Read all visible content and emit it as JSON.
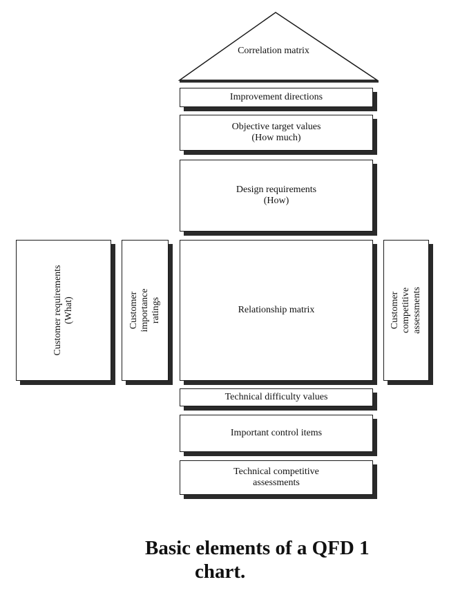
{
  "diagram": {
    "roof_label": "Correlation matrix",
    "improvement": "Improvement  directions",
    "objective": "Objective target values\n(How much)",
    "design": "Design requirements\n(How)",
    "customer_requirements": "Customer requirements\n(What)",
    "importance_ratings": "Customer importance ratings",
    "relationship": "Relationship matrix",
    "competitive_customer": "Customer competitive\nassessments",
    "technical_difficulty": "Technical difficulty values",
    "control_items": "Important control items",
    "technical_competitive": "Technical competitive\nassessments"
  },
  "caption": {
    "line1": "Basic elements of a QFD 1",
    "line2": "chart."
  }
}
